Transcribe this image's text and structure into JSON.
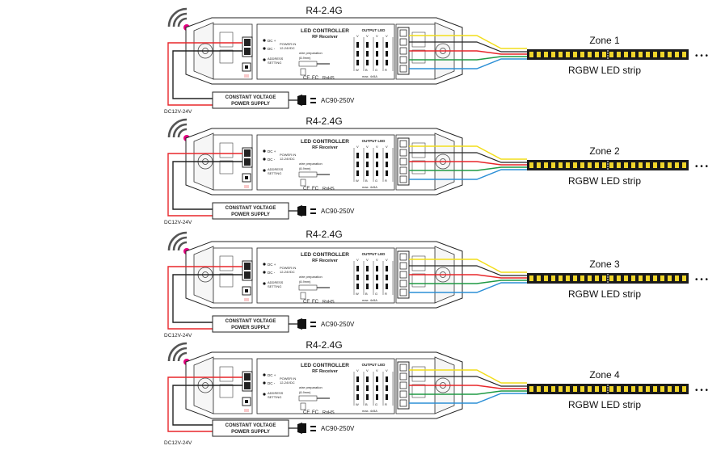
{
  "rows": [
    {
      "controller_model": "R4-2.4G",
      "zone_label": "Zone 1",
      "strip_label": "RGBW LED strip",
      "dc_range": "DC12V-24V",
      "psu_line1": "CONSTANT VOLTAGE",
      "psu_line2": "POWER SUPPLY",
      "ac_range": "AC90-250V"
    },
    {
      "controller_model": "R4-2.4G",
      "zone_label": "Zone 2",
      "strip_label": "RGBW LED strip",
      "dc_range": "DC12V-24V",
      "psu_line1": "CONSTANT VOLTAGE",
      "psu_line2": "POWER SUPPLY",
      "ac_range": "AC90-250V"
    },
    {
      "controller_model": "R4-2.4G",
      "zone_label": "Zone 3",
      "strip_label": "RGBW LED strip",
      "dc_range": "DC12V-24V",
      "psu_line1": "CONSTANT VOLTAGE",
      "psu_line2": "POWER SUPPLY",
      "ac_range": "AC90-250V"
    },
    {
      "controller_model": "R4-2.4G",
      "zone_label": "Zone 4",
      "strip_label": "RGBW LED strip",
      "dc_range": "DC12V-24V",
      "psu_line1": "CONSTANT VOLTAGE",
      "psu_line2": "POWER SUPPLY",
      "ac_range": "AC90-250V"
    }
  ],
  "controller_face": {
    "title": "LED CONTROLLER",
    "subtitle": "RF Receiver",
    "dc_plus": "DC +",
    "dc_minus": "DC -",
    "power_in_1": "POWER IN",
    "power_in_2": "12-24VDC",
    "address_1": "ADDRESS",
    "address_2": "SETTING",
    "wire_prep_1": "wire preparation",
    "wire_prep_2": "(8-9mm)",
    "output_title": "OUTPUT LED",
    "output_v": "V",
    "output_letters": [
      "W",
      "B",
      "G",
      "R"
    ],
    "max_current": "max. 4x5A",
    "cert_ce": "CE",
    "cert_fc": "FC",
    "cert_rohs": "RoHS"
  },
  "continuation": "• • •",
  "colors": {
    "red_wire": "#e8262a",
    "black_wire": "#222222",
    "yellow_wire": "#f2dd1a",
    "green_wire": "#1f9a44",
    "blue_wire": "#2b8fd6",
    "signal_dot": "#e4007f",
    "led_chip": "#f0d52a",
    "strip_body": "#1a1a1a"
  },
  "icons": {
    "wireless": "wireless-signal-icon",
    "plug": "power-plug-icon"
  }
}
